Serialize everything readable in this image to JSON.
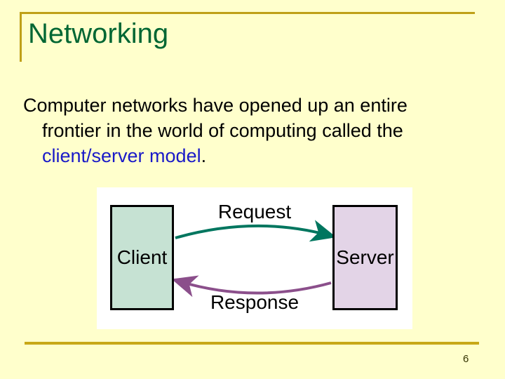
{
  "slide": {
    "title": "Networking",
    "page_number": "6",
    "background_color": "#ffffcc",
    "title_color": "#006633",
    "accent_rule_color": "#bfa018"
  },
  "body": {
    "line1": "Computer networks have opened up an entire",
    "line2": "frontier in the world of computing called the",
    "line3_accent": "client/server model",
    "line3_tail": ".",
    "accent_color": "#1919c8"
  },
  "diagram": {
    "panel_background": "#ffffff",
    "client": {
      "label": "Client",
      "fill": "#c6e2d3",
      "stroke": "#000000"
    },
    "server": {
      "label": "Server",
      "fill": "#e3d4e7",
      "stroke": "#000000"
    },
    "request": {
      "label": "Request",
      "color": "#00765f",
      "direction": "client-to-server"
    },
    "response": {
      "label": "Response",
      "color": "#8b4f8b",
      "direction": "server-to-client"
    }
  }
}
